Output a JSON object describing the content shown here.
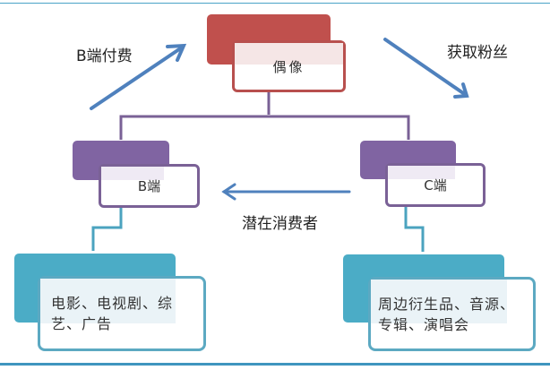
{
  "diagram": {
    "root": {
      "label": "偶像",
      "color": "#c0504d"
    },
    "b_node": {
      "label": "B端",
      "color": "#8064a2"
    },
    "c_node": {
      "label": "C端",
      "color": "#8064a2"
    },
    "b_leaf": {
      "label": "电影、电视剧、综艺、广告",
      "line1": "电影、电视剧、综",
      "line2": "艺、广告",
      "color": "#4bacc6"
    },
    "c_leaf": {
      "label": "周边衍生品、音源、专辑、演唱会",
      "line1": "周边衍生品、音源、",
      "line2": "专辑、演唱会",
      "color": "#4bacc6"
    },
    "arrows": {
      "b_pay": {
        "label": "B端付费",
        "direction": "B端 → 偶像"
      },
      "get_fans": {
        "label": "获取粉丝",
        "direction": "偶像 → C端"
      },
      "potential_consumers": {
        "label": "潜在消费者",
        "direction": "C端 → B端"
      }
    },
    "arrow_color": "#4f81bd"
  }
}
